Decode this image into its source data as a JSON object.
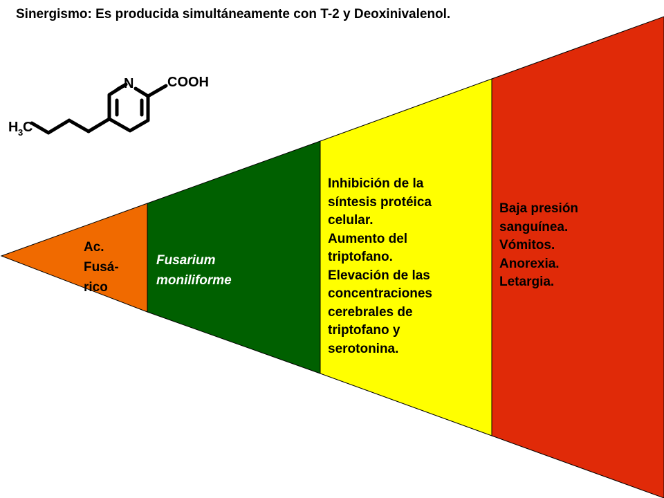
{
  "title": "Sinergismo: Es producida simultáneamente con T-2 y Deoxinivalenol.",
  "colors": {
    "segment_1": "#f06a00",
    "segment_2": "#006000",
    "segment_3": "#ffff00",
    "segment_4": "#e02a08"
  },
  "molecule": {
    "atom_n": "N",
    "group_acid": "COOH",
    "group_methyl_h": "H",
    "group_methyl_sub": "3",
    "group_methyl_c": "C"
  },
  "segments": [
    {
      "lines": [
        "Ac.",
        "Fusá-",
        "rico"
      ]
    },
    {
      "lines": [
        "Fusarium",
        "moniliforme"
      ]
    },
    {
      "lines": [
        "Inhibición de la",
        "síntesis protéica",
        "celular.",
        "Aumento del",
        "triptofano.",
        "Elevación de las",
        "concentraciones",
        "cerebrales de",
        "triptofano y",
        "serotonina."
      ]
    },
    {
      "lines": [
        "Baja presión",
        "sanguínea.",
        "Vómitos.",
        "Anorexia.",
        "Letargia."
      ]
    }
  ]
}
